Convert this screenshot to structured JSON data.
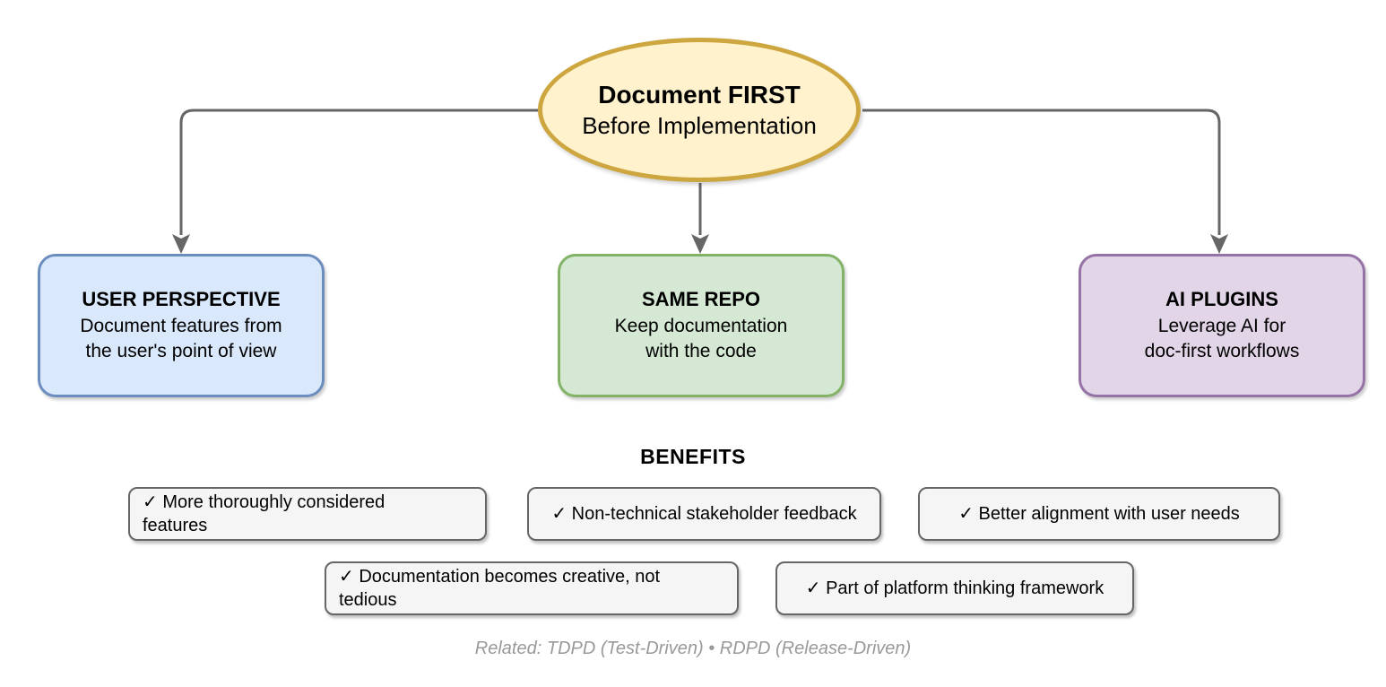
{
  "diagram": {
    "root": {
      "title": "Document FIRST",
      "subtitle": "Before Implementation"
    },
    "branches": [
      {
        "title": "USER PERSPECTIVE",
        "lines": [
          "Document features from",
          "the user's point of view"
        ]
      },
      {
        "title": "SAME REPO",
        "lines": [
          "Keep documentation",
          "with the code"
        ]
      },
      {
        "title": "AI PLUGINS",
        "lines": [
          "Leverage AI for",
          "doc-first workflows"
        ]
      }
    ],
    "benefits": {
      "heading": "BENEFITS",
      "items": [
        {
          "lines": [
            "✓ More thoroughly considered",
            "features"
          ]
        },
        {
          "lines": [
            "✓ Non-technical stakeholder feedback"
          ]
        },
        {
          "lines": [
            "✓ Better alignment with user needs"
          ]
        },
        {
          "lines": [
            "✓ Documentation becomes creative, not",
            "tedious"
          ]
        },
        {
          "lines": [
            "✓ Part of platform thinking framework"
          ]
        }
      ]
    },
    "footer": "Related: TDPD (Test-Driven) • RDPD (Release-Driven)",
    "colors": {
      "root_fill": "#FFF2CC",
      "root_stroke": "#CDA63F",
      "user_fill": "#DAE8FC",
      "user_stroke": "#6C8EBF",
      "repo_fill": "#D5E8D4",
      "repo_stroke": "#82B366",
      "ai_fill": "#E1D5E7",
      "ai_stroke": "#9673A6",
      "benefit_fill": "#F5F5F5",
      "benefit_stroke": "#666666",
      "connector": "#666666"
    }
  }
}
